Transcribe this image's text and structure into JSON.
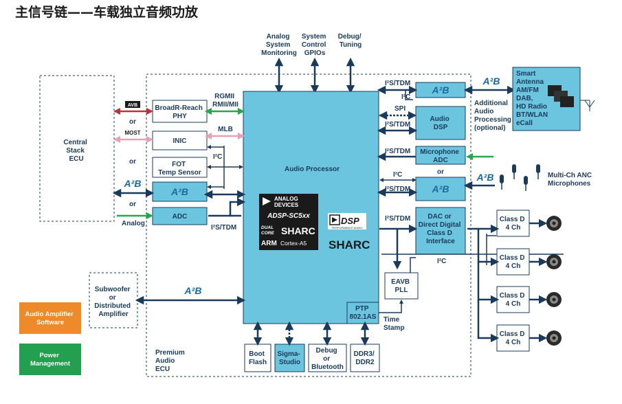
{
  "title": "主信号链——车载独立音频功放",
  "top_labels": {
    "monitoring": [
      "Analog",
      "System",
      "Monitoring"
    ],
    "gpios": [
      "System",
      "Control",
      "GPIOs"
    ],
    "debug": [
      "Debug/",
      "Tuning"
    ]
  },
  "central_stack": [
    "Central",
    "Stack",
    "ECU"
  ],
  "subwoofer": [
    "Subwoofer",
    "or",
    "Distributed",
    "Amplifier"
  ],
  "premium": [
    "Premium",
    "Audio",
    "ECU"
  ],
  "left_blocks": {
    "broadr": [
      "BroadR-Reach",
      "PHY"
    ],
    "inic": "INIC",
    "fot": [
      "FOT",
      "Temp Sensor"
    ],
    "adc": "ADC"
  },
  "left_link_labels": {
    "avb": "AVB",
    "most": "MOST",
    "or": "or",
    "analog": "Analog",
    "rgmii": [
      "RGMII",
      "RMII/MII"
    ],
    "mlb": "MLB",
    "i2c": "I²C",
    "i2s_tdm": "I²S/TDM"
  },
  "a2b_logo": "A²B",
  "audio_processor": "Audio Processor",
  "adi_logo": [
    "ANALOG",
    "DEVICES"
  ],
  "chip_text": {
    "part": "ADSP-SC5xx",
    "dual_core": [
      "DUAL",
      "CORE"
    ],
    "sharc": "SHARC",
    "arm": "ARM",
    "cortex": "Cortex-A5",
    "dsp": "DSP",
    "performance": "PERFORMANCE AUDIO"
  },
  "right_blocks": {
    "audio_dsp": [
      "Audio",
      "DSP"
    ],
    "mic_adc": [
      "Microphone",
      "ADC"
    ],
    "dac": [
      "DAC or",
      "Direct Digital",
      "Class D",
      "Interface"
    ],
    "eavb": [
      "EAVB",
      "PLL"
    ],
    "ptp": [
      "PTP",
      "802.1AS"
    ]
  },
  "right_link_labels": {
    "i2s_tdm": "I²S/TDM",
    "i2c": "I²C",
    "spi": "SPI",
    "or": "or",
    "time_stamp": [
      "Time",
      "Stamp"
    ]
  },
  "additional": [
    "Additional",
    "Audio",
    "Processing",
    "(optional)"
  ],
  "smart_antenna": [
    "Smart",
    "Antenna",
    "AM/FM",
    "DAB,",
    "HD Radio",
    "BT/WLAN",
    "eCall"
  ],
  "anc": [
    "Multi-Ch ANC",
    "Microphones"
  ],
  "class_d": [
    "Class D",
    "4 Ch"
  ],
  "bottom_blocks": {
    "boot": [
      "Boot",
      "Flash"
    ],
    "sigma": [
      "Sigma-",
      "Studio"
    ],
    "debug": [
      "Debug",
      "or",
      "Bluetooth"
    ],
    "ddr": [
      "DDR3/",
      "DDR2"
    ]
  },
  "legend": {
    "amp_software": [
      "Audio Amplifier",
      "Software"
    ],
    "power": [
      "Power",
      "Management"
    ]
  },
  "colors": {
    "processor": "#6cc5de",
    "line": "#1a3a5c",
    "avb": "#c0303a",
    "most": "#e8a0b8",
    "green": "#25a84a",
    "orange": "#ef8a2a",
    "power": "#22a050"
  }
}
